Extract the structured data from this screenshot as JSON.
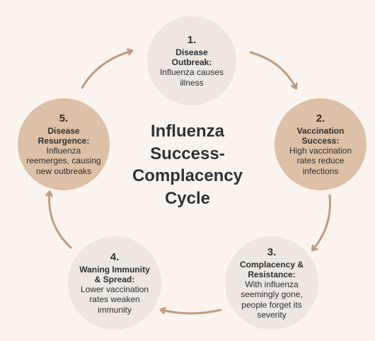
{
  "title": "Influenza Success-Complacency Cycle",
  "colors": {
    "background": "#fbf3ee",
    "arrow": "#c09c7f",
    "light_node": "#ede6e1",
    "tan_node": "#dcc0a7",
    "text": "#2f2f2f"
  },
  "nodes": [
    {
      "number": "1.",
      "heading": "Disease Outbreak:",
      "desc": "Influenza causes illness",
      "fill": "#ede6e1"
    },
    {
      "number": "2.",
      "heading": "Vaccination Success:",
      "desc": "High vaccination rates reduce infections",
      "fill": "#dcc0a7"
    },
    {
      "number": "3.",
      "heading": "Complacency & Resistance:",
      "desc": "With influenza seemingly gone, people forget its severity",
      "fill": "#ede6e1"
    },
    {
      "number": "4.",
      "heading": "Waning Immunity & Spread:",
      "desc": "Lower vaccination rates weaken immunity",
      "fill": "#ede6e1"
    },
    {
      "number": "5.",
      "heading": "Disease Resurgence:",
      "desc": "Influenza reemerges, causing new outbreaks",
      "fill": "#dcc0a7"
    }
  ]
}
